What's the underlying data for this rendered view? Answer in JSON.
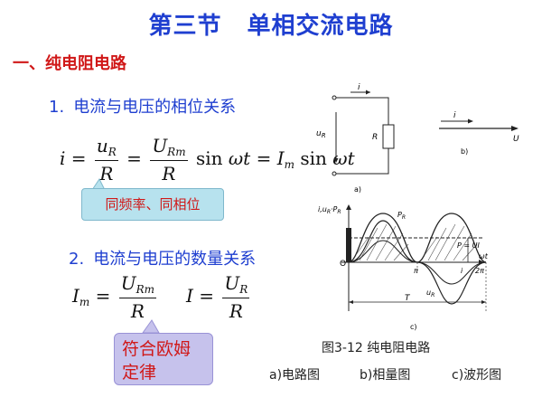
{
  "title": {
    "section": "第三节",
    "name": "单相交流电路"
  },
  "section1": "一、纯电阻电路",
  "heading1": {
    "num": "1.",
    "text": "电流与电压的相位关系"
  },
  "callout1": "同频率、同相位",
  "heading2": {
    "num": "2.",
    "text": "电流与电压的数量关系"
  },
  "callout2": {
    "line1": "符合欧姆",
    "line2": "定律"
  },
  "figure": {
    "caption": "图3-12  纯电阻电路",
    "subcaptions": [
      "a)电路图",
      "b)相量图",
      "c)波形图"
    ],
    "circuit": {
      "current": "i",
      "voltage": "u",
      "voltage_sub": "R",
      "resistor": "R",
      "label": "a)"
    },
    "phasor": {
      "current": "i",
      "voltage": "U",
      "label": "b)"
    },
    "wave": {
      "yaxis": "i,u",
      "yaxis_mid": "R",
      "yaxis_end": "·P",
      "yaxis_sub": "R",
      "power": "P",
      "power_sub": "R",
      "avg": "P = UI",
      "origin": "O",
      "pi": "π",
      "two_pi": "2π",
      "xaxis": "ωt",
      "period": "T",
      "i_label": "i",
      "u_label": "u",
      "u_sub": "R",
      "label": "c)"
    }
  }
}
